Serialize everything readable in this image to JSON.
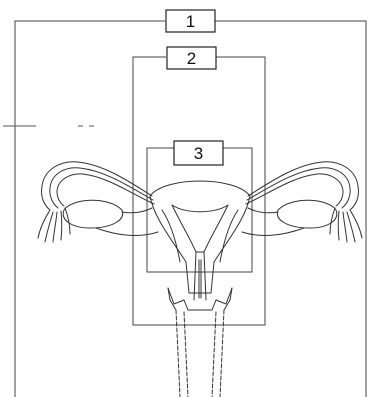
{
  "diagram": {
    "labels": [
      {
        "id": "box-1",
        "text": "1"
      },
      {
        "id": "box-2",
        "text": "2"
      },
      {
        "id": "box-3",
        "text": "3"
      }
    ]
  },
  "colors": {
    "line": "#222222",
    "background": "#ffffff"
  }
}
